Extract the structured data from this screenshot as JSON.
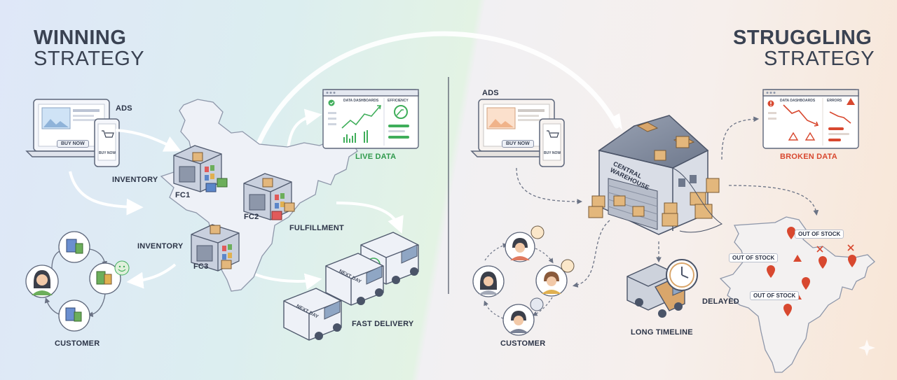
{
  "winning": {
    "title_line1": "WINNING",
    "title_line2": "STRATEGY",
    "ads_label": "ADS",
    "buy_now": "BUY NOW",
    "buy_now_phone": "BUY NOW",
    "inventory_label_1": "INVENTORY",
    "inventory_label_2": "INVENTORY",
    "fc1": "FC1",
    "fc2": "FC2",
    "fc3": "FC3",
    "fulfillment_label": "FULFILLMENT",
    "live_data_label": "LIVE DATA",
    "dashboard_title": "DATA DASHBOARDS",
    "efficiency_title": "EFFICIENCY",
    "fast_delivery_label": "FAST DELIVERY",
    "van_text": "NEXT DAY",
    "customer_label": "CUSTOMER"
  },
  "struggling": {
    "title_line1": "STRUGGLING",
    "title_line2": "STRATEGY",
    "ads_label": "ADS",
    "buy_now": "BUY NOW",
    "buy_now_phone": "BUY NOW",
    "warehouse_sign": "CENTRAL WAREHOUSE",
    "broken_data_label": "BROKEN DATA",
    "dashboard_title": "DATA DASHBOARDS",
    "errors_title": "ERRORS",
    "out_of_stock_1": "OUT OF STOCK",
    "out_of_stock_2": "OUT OF STOCK",
    "out_of_stock_3": "OUT OF STOCK",
    "delayed_label": "DELAYED",
    "long_timeline_label": "LONG TIMELINE",
    "customer_label": "CUSTOMER"
  },
  "colors": {
    "positive": "#2f9a4c",
    "negative": "#d8482f",
    "ink": "#2c3447"
  }
}
